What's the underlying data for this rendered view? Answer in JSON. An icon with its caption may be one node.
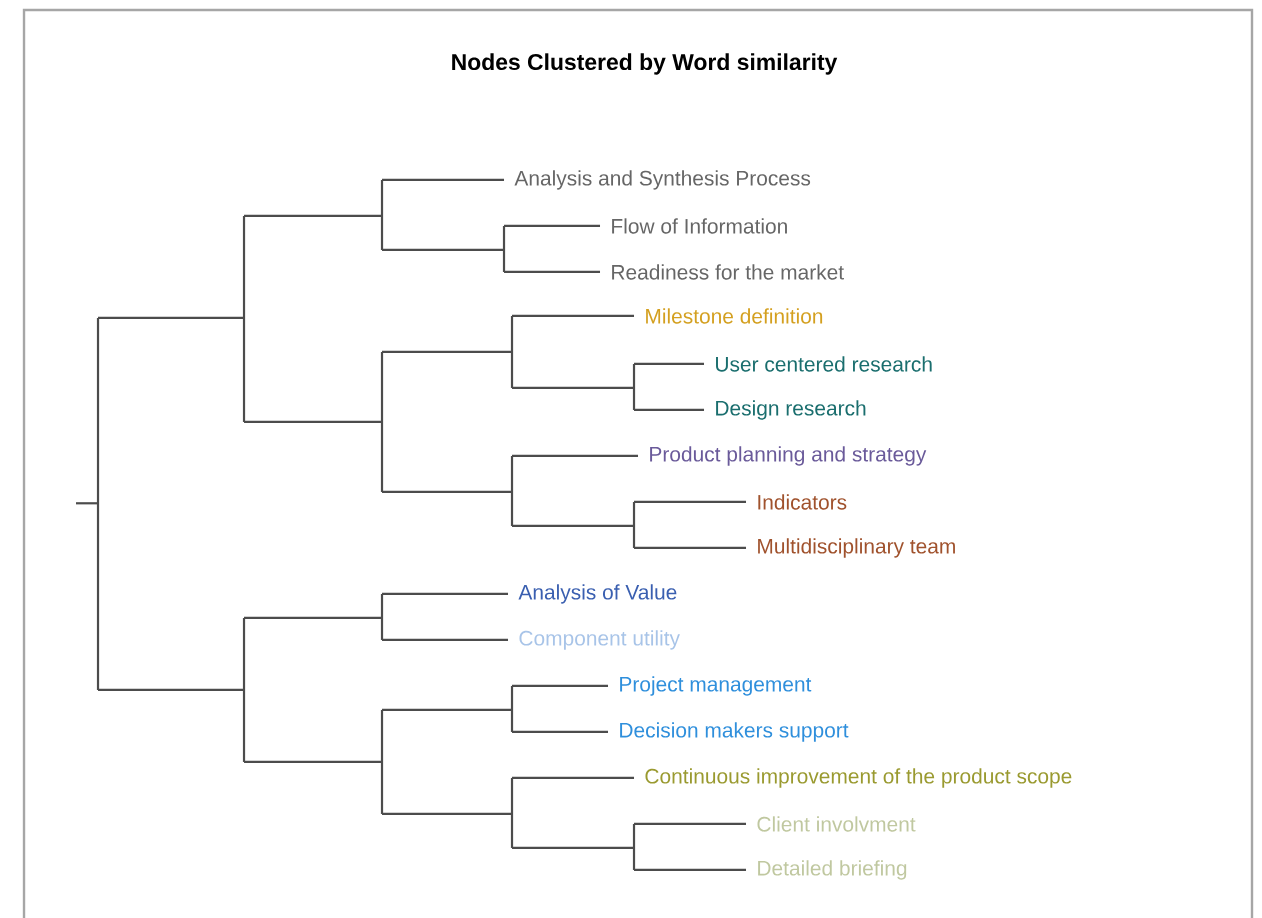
{
  "diagram": {
    "title": "Nodes Clustered by Word similarity",
    "nodes": [
      {
        "text": [
          "Analysis and Synthesis Process"
        ]
      },
      {
        "text": [
          "Flow of Information"
        ]
      },
      {
        "text": [
          "Readiness for the market"
        ]
      },
      {
        "text": [
          "Milestone definition"
        ]
      },
      {
        "text": [
          "User centered research"
        ]
      },
      {
        "text": [
          "Design research"
        ]
      },
      {
        "text": [
          "Product planning and strategy"
        ]
      },
      {
        "text": [
          "Indicators"
        ]
      },
      {
        "text": [
          "Multidisciplinary team"
        ]
      },
      {
        "text": [
          "Analysis of Value"
        ]
      },
      {
        "text": [
          "Component utility"
        ]
      },
      {
        "text": [
          "Project management"
        ]
      },
      {
        "text": [
          "Decision makers support"
        ]
      },
      {
        "text": [
          "Continuous improvement of the product scope"
        ]
      },
      {
        "text": [
          "Client involvment"
        ]
      },
      {
        "text": [
          "Detailed briefing"
        ]
      }
    ]
  }
}
